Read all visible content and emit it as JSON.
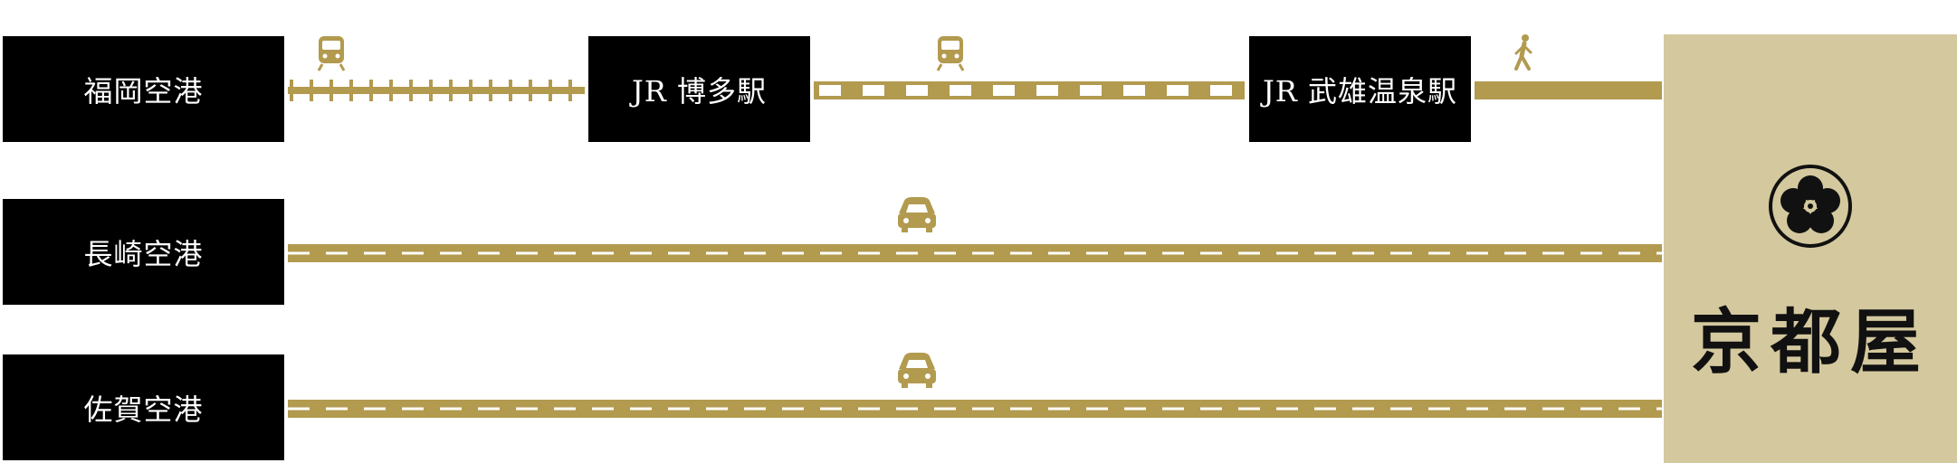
{
  "colors": {
    "route": "#b29a4f",
    "station_bg": "#000000",
    "station_text": "#ffffff",
    "destination_bg": "#d4c89e"
  },
  "routes": [
    {
      "origin": "福岡空港",
      "legs": [
        {
          "mode": "train",
          "icon": "train-icon",
          "line": "rail-track"
        },
        {
          "stop": "JR 博多駅"
        },
        {
          "mode": "train",
          "icon": "train-icon",
          "line": "dashed-rail"
        },
        {
          "stop": "JR 武雄温泉駅"
        },
        {
          "mode": "walk",
          "icon": "walk-icon",
          "line": "solid"
        }
      ]
    },
    {
      "origin": "長崎空港",
      "legs": [
        {
          "mode": "car",
          "icon": "car-icon",
          "line": "road"
        }
      ]
    },
    {
      "origin": "佐賀空港",
      "legs": [
        {
          "mode": "car",
          "icon": "car-icon",
          "line": "road"
        }
      ]
    }
  ],
  "destination": {
    "name": "京都屋",
    "logo_icon": "plum-crest-icon"
  }
}
